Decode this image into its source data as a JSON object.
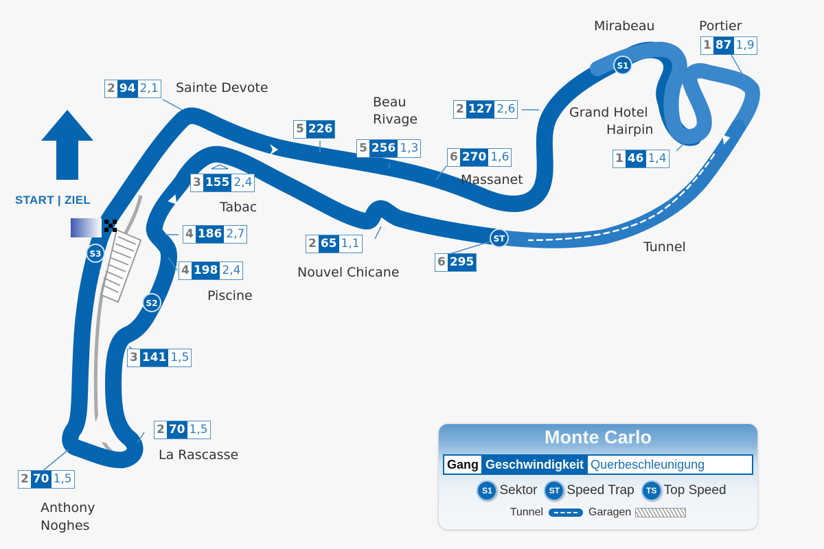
{
  "title": "Monte Carlo",
  "start_finish": "START | ZIEL",
  "colors": {
    "track": "#0565b0",
    "track_light": "#3a87cc",
    "speed_box": "#0565b0",
    "gear_text": "#777777",
    "lateral_text": "#2f7cc0",
    "garage": "#999999",
    "background": "#f7f7f7"
  },
  "corners": [
    {
      "name": "Sainte Devote",
      "gear": "2",
      "speed": "94",
      "lateral_g": "2,1"
    },
    {
      "name": "",
      "gear": "5",
      "speed": "226",
      "lateral_g": ""
    },
    {
      "name": "Beau Rivage",
      "gear": "5",
      "speed": "256",
      "lateral_g": "1,3"
    },
    {
      "name": "Massanet",
      "gear": "6",
      "speed": "270",
      "lateral_g": "1,6"
    },
    {
      "name": "",
      "gear": "2",
      "speed": "127",
      "lateral_g": "2,6"
    },
    {
      "name": "Mirabeau",
      "gear": "",
      "speed": "",
      "lateral_g": ""
    },
    {
      "name": "Portier",
      "gear": "1",
      "speed": "87",
      "lateral_g": "1,9"
    },
    {
      "name": "Grand Hotel Hairpin",
      "gear": "1",
      "speed": "46",
      "lateral_g": "1,4"
    },
    {
      "name": "Tunnel",
      "gear": "",
      "speed": "",
      "lateral_g": ""
    },
    {
      "name": "",
      "gear": "6",
      "speed": "295",
      "lateral_g": ""
    },
    {
      "name": "Nouvel Chicane",
      "gear": "2",
      "speed": "65",
      "lateral_g": "1,1"
    },
    {
      "name": "Tabac",
      "gear": "3",
      "speed": "155",
      "lateral_g": "2,4"
    },
    {
      "name": "",
      "gear": "4",
      "speed": "186",
      "lateral_g": "2,7"
    },
    {
      "name": "Piscine",
      "gear": "4",
      "speed": "198",
      "lateral_g": "2,4"
    },
    {
      "name": "",
      "gear": "3",
      "speed": "141",
      "lateral_g": "1,5"
    },
    {
      "name": "La Rascasse",
      "gear": "2",
      "speed": "70",
      "lateral_g": "1,5"
    },
    {
      "name": "Anthony Noghes",
      "gear": "2",
      "speed": "70",
      "lateral_g": "1,5"
    }
  ],
  "labels": {
    "sainte_devote": "Sainte Devote",
    "beau": "Beau",
    "rivage": "Rivage",
    "massanet": "Massanet",
    "mirabeau": "Mirabeau",
    "portier": "Portier",
    "grand_hotel": "Grand Hotel",
    "hairpin": "Hairpin",
    "tunnel": "Tunnel",
    "nouvel_chicane": "Nouvel Chicane",
    "tabac": "Tabac",
    "piscine": "Piscine",
    "la_rascasse": "La Rascasse",
    "anthony": "Anthony",
    "noghes": "Noghes"
  },
  "markers": {
    "s1": "S1",
    "s2": "S2",
    "s3": "S3",
    "st": "ST"
  },
  "legend": {
    "title": "Monte Carlo",
    "gear": "Gang",
    "speed": "Geschwindigkeit",
    "lateral": "Querbeschleunigung",
    "sector_badge": "S1",
    "sector": "Sektor",
    "speedtrap_badge": "ST",
    "speedtrap": "Speed Trap",
    "topspeed_badge": "TS",
    "topspeed": "Top Speed",
    "tunnel": "Tunnel",
    "garage": "Garagen"
  }
}
